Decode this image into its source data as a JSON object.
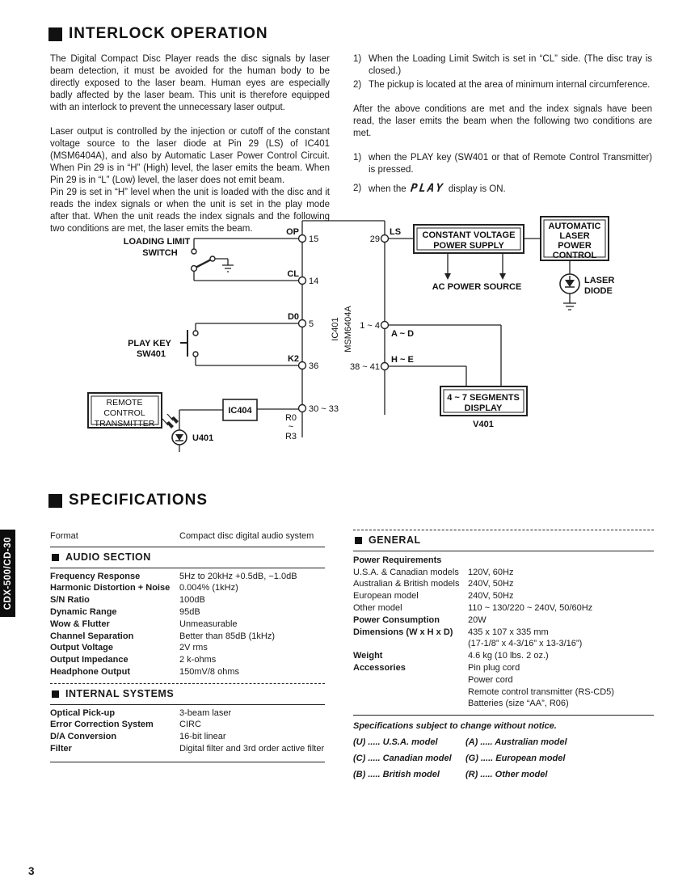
{
  "page": {
    "number": "3",
    "tab": "CDX-500/CD-30"
  },
  "interlock": {
    "title": "INTERLOCK OPERATION",
    "left": {
      "p1": "The Digital Compact Disc Player reads the disc signals by laser beam detection, it must be avoided for the human body to be directly exposed to the laser beam. Human eyes are especially badly affected by the laser beam. This unit is therefore equipped with an interlock to prevent the unnecessary laser output.",
      "p2": "Laser output is controlled by the injection or cutoff of the constant voltage source to the laser diode at Pin 29 (LS) of IC401 (MSM6404A), and also by Automatic Laser Power Control Circuit. When Pin 29 is in “H” (High) level, the laser emits the beam. When Pin 29 is in “L” (Low) level, the laser does not emit beam.",
      "p3": "Pin 29 is set in “H” level when the unit is loaded with the disc and it reads the index signals or when the unit is set in the play mode after that. When the unit reads the index signals and the following two conditions are met, the laser emits the beam."
    },
    "right": {
      "items1": [
        {
          "n": "1)",
          "t": "When the Loading Limit Switch is set in “CL” side. (The disc tray is closed.)"
        },
        {
          "n": "2)",
          "t": "The pickup is located at the area of minimum internal circumference."
        }
      ],
      "mid": "After the above conditions are met and the index signals have been read, the laser emits the beam when the following two conditions are met.",
      "items2": [
        {
          "n": "1)",
          "t": "when the PLAY key (SW401 or that of Remote Control Transmitter) is pressed."
        }
      ],
      "item2b": {
        "n": "2)",
        "pre": "when the",
        "seg": "PLAY",
        "post": "display is ON."
      }
    }
  },
  "diagram": {
    "lls1": "LOADING LIMIT",
    "lls2": "SWITCH",
    "play1": "PLAY KEY",
    "play2": "SW401",
    "rct1": "REMOTE",
    "rct2": "CONTROL",
    "rct3": "TRANSMITTER",
    "u401": "U401",
    "ic404": "IC404",
    "ic401": "IC401",
    "ic401_part": "MSM6404A",
    "op": "OP",
    "p15": "15",
    "cl": "CL",
    "p14": "14",
    "d0": "D0",
    "p5": "5",
    "k2": "K2",
    "p36": "36",
    "p3033": "30 ~ 33",
    "r0": "R0",
    "tilde": "~",
    "r3": "R3",
    "p29": "29",
    "ls": "LS",
    "p1_4": "1 ~ 4",
    "ad": "A ~ D",
    "p3841": "38 ~ 41",
    "he": "H ~ E",
    "cvps1": "CONSTANT VOLTAGE",
    "cvps2": "POWER SUPPLY",
    "ac_source": "AC POWER SOURCE",
    "alpc1": "AUTOMATIC",
    "alpc2": "LASER",
    "alpc3": "POWER",
    "alpc4": "CONTROL",
    "laser1": "LASER",
    "laser2": "DIODE",
    "seg1": "4 ~ 7 SEGMENTS",
    "seg2": "DISPLAY",
    "v401": "V401"
  },
  "specs": {
    "title": "SPECIFICATIONS",
    "format": {
      "label": "Format",
      "value": "Compact disc digital audio system"
    },
    "audio": {
      "title": "AUDIO SECTION",
      "rows": [
        {
          "l": "Frequency Response",
          "v": "5Hz to 20kHz +0.5dB, −1.0dB"
        },
        {
          "l": "Harmonic Distortion + Noise",
          "v": "0.004% (1kHz)"
        },
        {
          "l": "S/N Ratio",
          "v": "100dB"
        },
        {
          "l": "Dynamic Range",
          "v": "95dB"
        },
        {
          "l": "Wow & Flutter",
          "v": "Unmeasurable"
        },
        {
          "l": "Channel Separation",
          "v": "Better than 85dB (1kHz)"
        },
        {
          "l": "Output Voltage",
          "v": "2V rms"
        },
        {
          "l": "Output Impedance",
          "v": "2 k-ohms"
        },
        {
          "l": "Headphone Output",
          "v": "150mV/8 ohms"
        }
      ]
    },
    "internal": {
      "title": "INTERNAL SYSTEMS",
      "rows": [
        {
          "l": "Optical Pick-up",
          "v": "3-beam laser"
        },
        {
          "l": "Error Correction System",
          "v": "CIRC"
        },
        {
          "l": "D/A Conversion",
          "v": "16-bit linear"
        },
        {
          "l": "Filter",
          "v": "Digital filter and 3rd order active filter"
        }
      ]
    },
    "general": {
      "title": "GENERAL",
      "rows": [
        {
          "l": "Power Requirements",
          "v": ""
        },
        {
          "l": "U.S.A. & Canadian models",
          "v": "120V, 60Hz"
        },
        {
          "l": "Australian & British models",
          "v": "240V, 50Hz"
        },
        {
          "l": "European model",
          "v": "240V, 50Hz"
        },
        {
          "l": "Other model",
          "v": "110 ~ 130/220 ~ 240V, 50/60Hz"
        },
        {
          "l": "Power Consumption",
          "v": "20W"
        },
        {
          "l": "Dimensions (W x H x D)",
          "v": "435 x 107 x 335 mm"
        },
        {
          "l": "Weight",
          "v": "4.6 kg (10 lbs. 2 oz.)"
        },
        {
          "l": "Accessories",
          "v": "Pin plug cord"
        }
      ],
      "dim2": "(17-1/8” x 4-3/16” x 13-3/16”)",
      "acc2": "Power cord",
      "acc3": "Remote control transmitter (RS-CD5)",
      "acc4": "Batteries (size “AA”, R06)"
    },
    "note": "Specifications subject to change without notice.",
    "models": [
      {
        "a": "(U) ..... U.S.A. model",
        "b": "(A) ..... Australian model"
      },
      {
        "a": "(C) ..... Canadian model",
        "b": "(G) ..... European model"
      },
      {
        "a": "(B) ..... British model",
        "b": "(R) ..... Other model"
      }
    ]
  }
}
